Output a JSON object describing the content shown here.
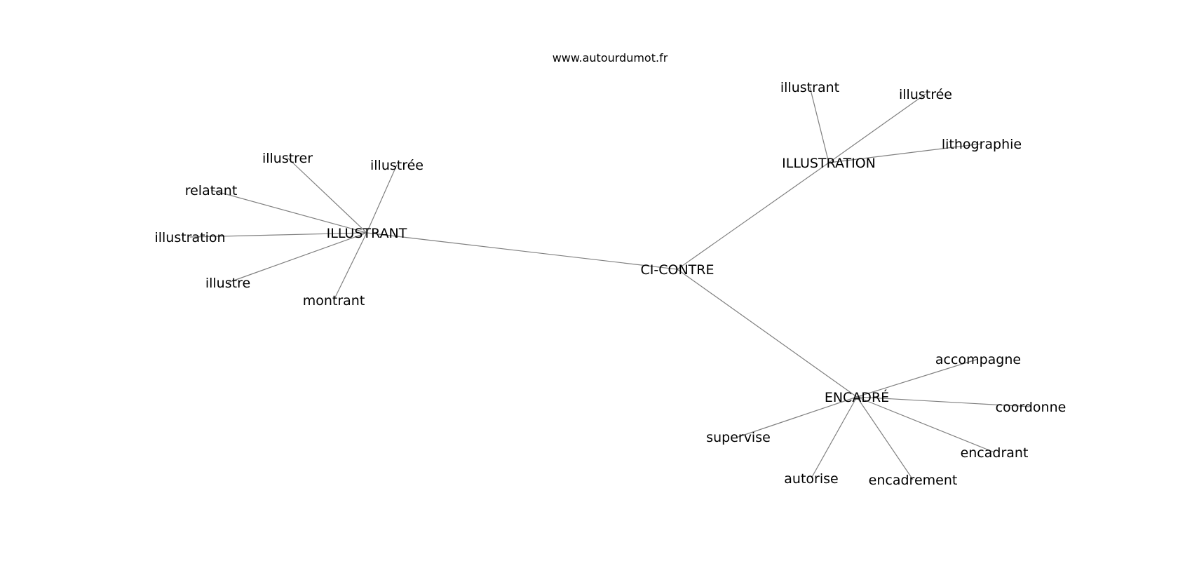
{
  "site": "www.autourdumot.fr",
  "center": "CI-CONTRE",
  "hubs": [
    {
      "key": "illustrant_hub",
      "label": "ILLUSTRANT",
      "words": [
        "illustrer",
        "illustrée",
        "relatant",
        "illustration",
        "illustre",
        "montrant"
      ]
    },
    {
      "key": "illustration_hub",
      "label": "ILLUSTRATION",
      "words": [
        "illustrant",
        "illustrée",
        "lithographie"
      ]
    },
    {
      "key": "encadre_hub",
      "label": "ENCADRÉ",
      "words": [
        "accompagne",
        "coordonne",
        "supervise",
        "encadrant",
        "autorise",
        "encadrement"
      ]
    }
  ],
  "colors": {
    "edge": "#808080",
    "text": "#000000",
    "background": "#ffffff"
  }
}
